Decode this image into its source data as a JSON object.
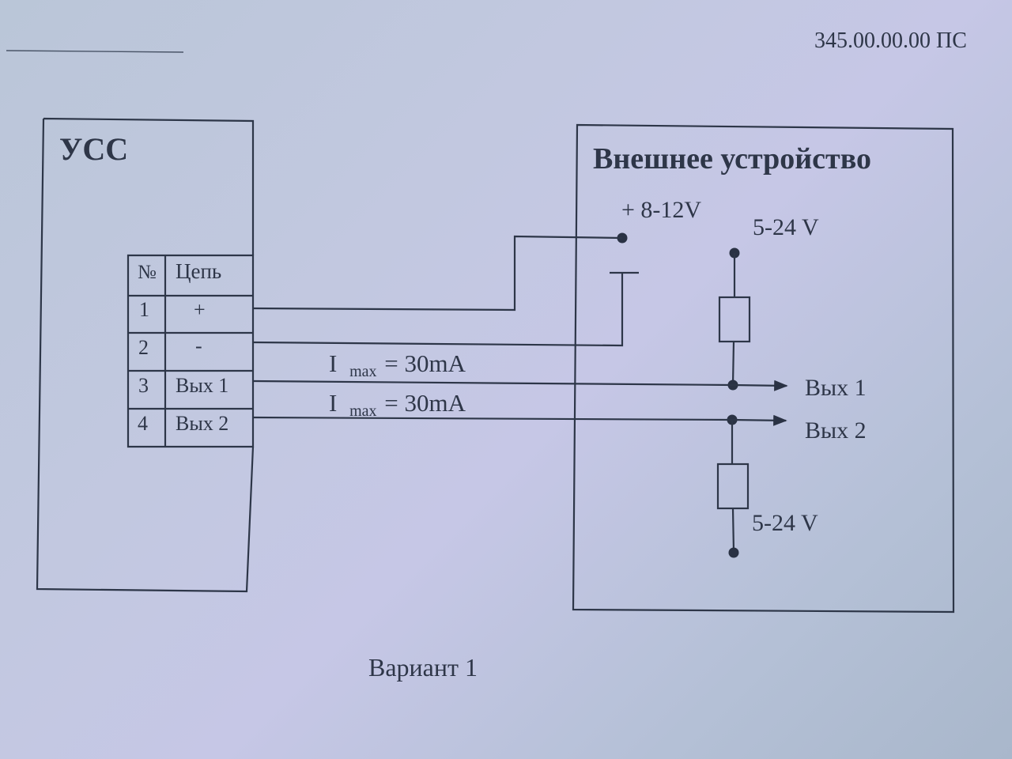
{
  "document": {
    "doc_code": "345.00.00.00 ПС",
    "caption": "Вариант 1"
  },
  "uss_block": {
    "title": "УСС",
    "table": {
      "headers": [
        "№",
        "Цепь"
      ],
      "rows": [
        {
          "num": "1",
          "circuit": "+"
        },
        {
          "num": "2",
          "circuit": "-"
        },
        {
          "num": "3",
          "circuit": "Вых 1"
        },
        {
          "num": "4",
          "circuit": "Вых 2"
        }
      ]
    }
  },
  "external_device": {
    "title": "Внешнее устройство",
    "supply_label": "+ 8-12V",
    "pullup_voltage_label": "5-24 V",
    "pulldown_voltage_label": "5-24 V",
    "output_1_label": "Вых 1",
    "output_2_label": "Вых 2"
  },
  "wires": {
    "current_limit_1": {
      "symbol": "I",
      "subscript": "max",
      "value": "= 30mA"
    },
    "current_limit_2": {
      "symbol": "I",
      "subscript": "max",
      "value": "= 30mA"
    }
  }
}
